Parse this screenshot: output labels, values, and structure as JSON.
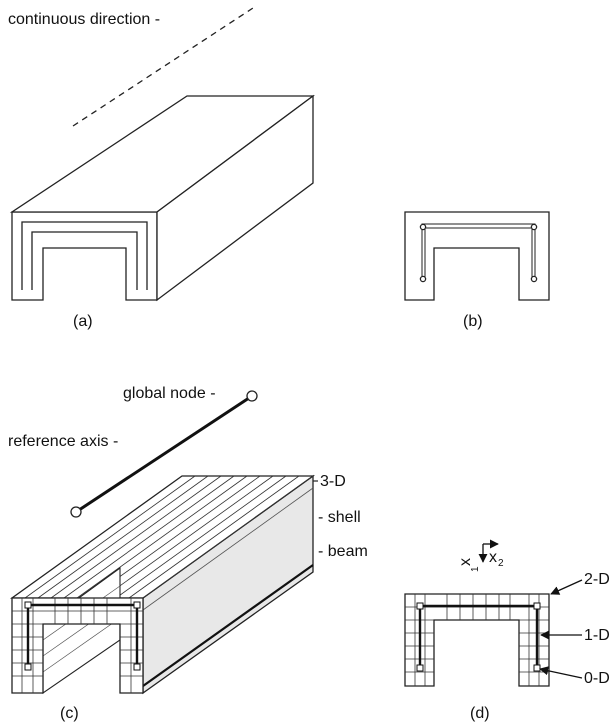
{
  "panels": {
    "a": {
      "caption": "(a)",
      "note": "continuous direction -"
    },
    "b": {
      "caption": "(b)"
    },
    "c": {
      "caption": "(c)",
      "global_node": "global node -",
      "reference_axis": "reference axis -",
      "label_3d": "3-D",
      "label_shell": "- shell",
      "label_beam": "- beam"
    },
    "d": {
      "caption": "(d)",
      "label_2d": "2-D",
      "label_1d": "1-D",
      "label_0d": "0-D",
      "axis_x1": "x",
      "axis_x1_sub": "1",
      "axis_x2": "x",
      "axis_x2_sub": "2"
    }
  },
  "colors": {
    "stroke": "#222222",
    "fill_gray": "#e8e8e8",
    "background": "#ffffff"
  }
}
